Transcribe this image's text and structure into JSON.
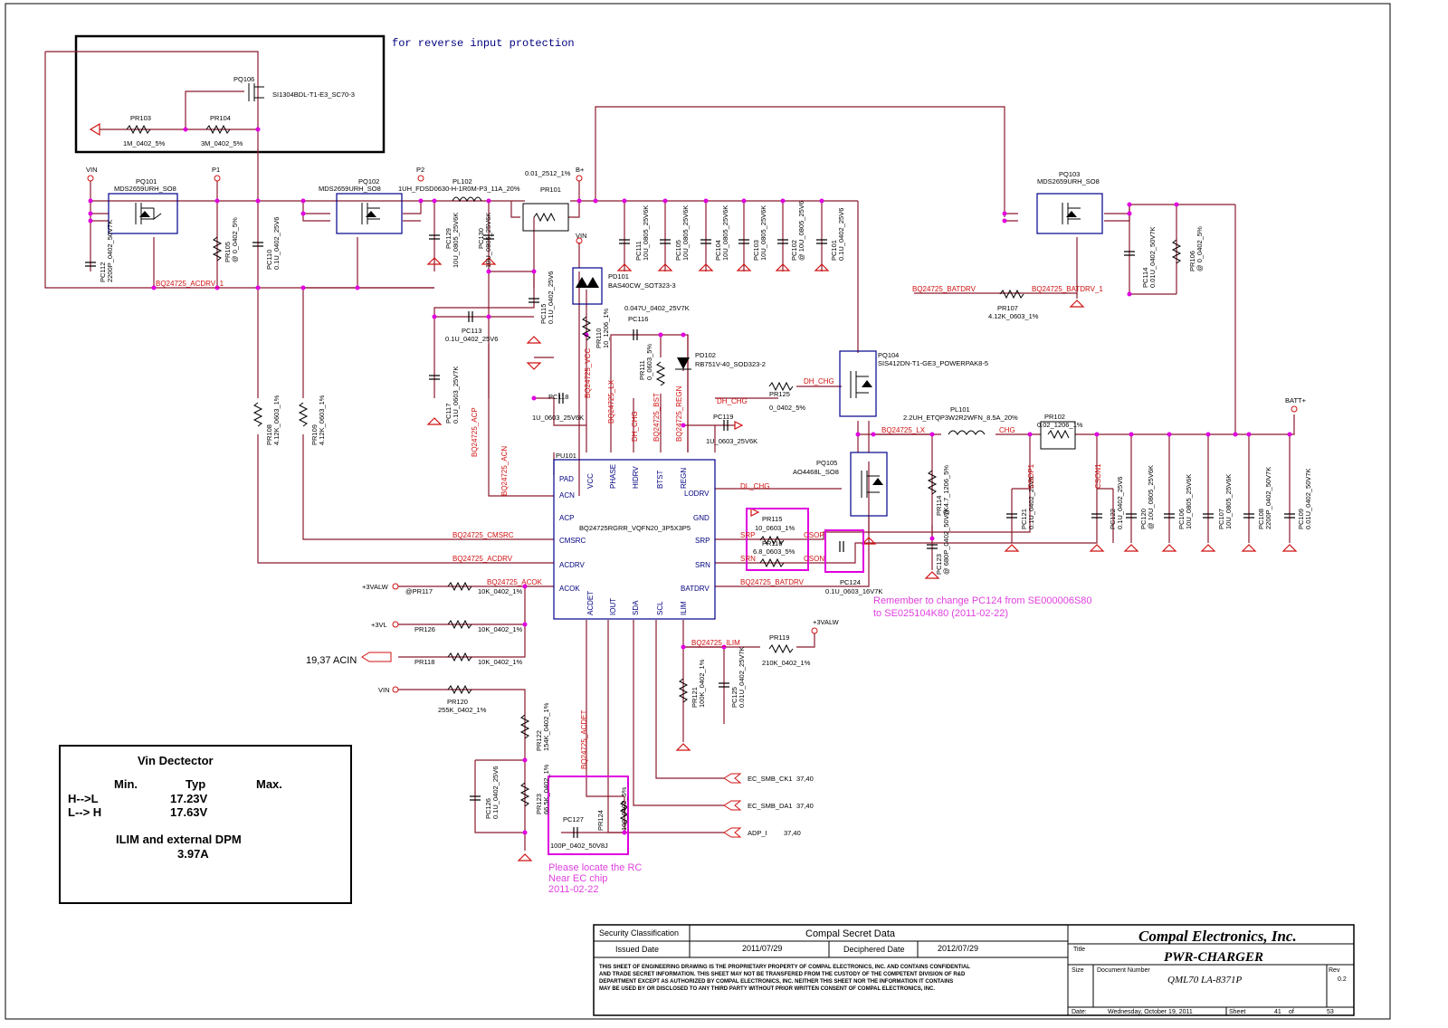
{
  "notes": {
    "reverse": "for reverse input protection",
    "pc124_line1": "Remember to change PC124 from SE000006S80",
    "pc124_line2": "to SE025104K80 (2011-02-22)",
    "rc_line1": "Please locate the RC",
    "rc_line2": "Near EC chip",
    "rc_line3": "2011-02-22"
  },
  "vin_detector": {
    "title": "Vin Dectector",
    "col_min": "Min.",
    "col_typ": "Typ",
    "col_max": "Max.",
    "row1_label": "H-->L",
    "row1_typ": "17.23V",
    "row2_label": "L--> H",
    "row2_typ": "17.63V",
    "ilim_title": "ILIM and external DPM",
    "ilim_value": "3.97A"
  },
  "parts": {
    "pq106": "PQ106",
    "pq106_val": "SI1304BDL-T1-E3_SC70-3",
    "pr103": "PR103",
    "pr103_val": "1M_0402_5%",
    "pr104": "PR104",
    "pr104_val": "3M_0402_5%",
    "pq101": "PQ101",
    "pq101_val": "MDS2659URH_SO8",
    "pq102": "PQ102",
    "pq102_val": "MDS2659URH_SO8",
    "pq103": "PQ103",
    "pq103_val": "MDS2659URH_SO8",
    "pl102": "PL102",
    "pl102_val": "1UH_FDSD0630-H-1R0M-P3_11A_20%",
    "pr101": "PR101",
    "pr101_val": "0.01_2512_1%",
    "pc112": "PC112",
    "pc112_val": "2200P_0402_50V7K",
    "pr105": "PR105",
    "pr105_val": "@ 0_0402_5%",
    "pc110": "PC110",
    "pc110_val": "0.1U_0402_25V6",
    "pc129": "PC129",
    "pc129_val": "10U_0805_25V6K",
    "pc130": "PC130",
    "pc130_val": "10U_0805_25V6K",
    "pc111": "PC111",
    "pc111_val": "10U_0805_25V6K",
    "pc105": "PC105",
    "pc105_val": "10U_0805_25V6K",
    "pc104": "PC104",
    "pc104_val": "10U_0805_25V6K",
    "pc103": "PC103",
    "pc103_val": "10U_0805_25V6K",
    "pc102": "PC102",
    "pc102_val": "@ 10U_0805_25V6",
    "pc101": "PC101",
    "pc101_val": "0.1U_0402_25V6",
    "pd101": "PD101",
    "pd101_val": "BAS40CW_SOT323-3",
    "pc115": "PC115",
    "pc115_val": "0.1U_0402_25V6",
    "pc113": "PC113",
    "pc113_val": "0.1U_0402_25V6",
    "pc116": "PC116",
    "pc116_val": "0.047U_0402_25V7K",
    "pr110": "PR110",
    "pr110_val": "10_1206_1%",
    "pr111": "PR111",
    "pr111_val": "0_0603_5%",
    "pd102": "PD102",
    "pd102_val": "RB751V-40_SOD323-2",
    "pc117": "PC117",
    "pc117_val": "0.1U_0603_25V7K",
    "pc118": "PC118",
    "pc118_val": "1U_0603_25V6K",
    "pc119": "PC119",
    "pc119_val": "1U_0603_25V6K",
    "pr125": "PR125",
    "pr125_val": "0_0402_5%",
    "pr108": "PR108",
    "pr108_val": "4.12K_0603_1%",
    "pr109": "PR109",
    "pr109_val": "4.12K_0603_1%",
    "pq104": "PQ104",
    "pq104_val": "SIS412DN-T1-GE3_POWERPAK8-5",
    "pq105": "PQ105",
    "pq105_val": "AO4468L_SO8",
    "pr107": "PR107",
    "pr107_val": "4.12K_0603_1%",
    "pc114": "PC114",
    "pc114_val": "0.01U_0402_50V7K",
    "pr106": "PR106",
    "pr106_val": "@ 0_0402_5%",
    "pl101": "PL101",
    "pl101_val": "2.2UH_ETQP3W2R2WFN_8.5A_20%",
    "pr102": "PR102",
    "pr102_val": "0.02_1206_1%",
    "pr114": "PR114",
    "pr114_val": "@ 4.7_1206_5%",
    "pc123": "PC123",
    "pc123_val": "@ 680P_0402_50V7K",
    "pc121": "PC121",
    "pc121_val": "0.1U_0402_25V6",
    "pc122": "PC122",
    "pc122_val": "0.1U_0402_25V6",
    "pc120": "PC120",
    "pc120_val": "@ 10U_0805_25V6K",
    "pc106": "PC106",
    "pc106_val": "10U_0805_25V6K",
    "pc107": "PC107",
    "pc107_val": "10U_0805_25V6K",
    "pc108": "PC108",
    "pc108_val": "2200P_0402_50V7K",
    "pc109": "PC109",
    "pc109_val": "0.01U_0402_50V7K",
    "pr115": "PR115",
    "pr115_val": "10_0603_1%",
    "pr116": "PR116",
    "pr116_val": "6.8_0603_5%",
    "pc124": "PC124",
    "pc124_val": "0.1U_0603_16V7K",
    "pr117": "@PR117",
    "pr117_val": "10K_0402_1%",
    "pr126": "PR126",
    "pr126_val": "10K_0402_1%",
    "pr118": "PR118",
    "pr118_val": "10K_0402_1%",
    "pr120": "PR120",
    "pr120_val": "255K_0402_1%",
    "pr122": "PR122",
    "pr122_val": "154K_0402_1%",
    "pr123": "PR123",
    "pr123_val": "66.5K_0402_1%",
    "pc126": "PC126",
    "pc126_val": "0.1U_0402_25V6",
    "pc127": "PC127",
    "pc127_val": "100P_0402_50V8J",
    "pr124": "PR124",
    "pr124_val": "100_0402_5%",
    "pr121": "PR121",
    "pr121_val": "100K_0402_1%",
    "pc125": "PC125",
    "pc125_val": "0.01U_0402_25V7K",
    "pr119": "PR119",
    "pr119_val": "210K_0402_1%",
    "pu101": "PU101",
    "pu101_val": "BQ24725RGRR_VQFN20_3P5X3P5"
  },
  "ic_pins": {
    "pad": "PAD",
    "acn": "ACN",
    "acp": "ACP",
    "cmsrc": "CMSRC",
    "acdrv": "ACDRV",
    "acok": "ACOK",
    "vcc": "VCC",
    "phase": "PHASE",
    "hidrv": "HIDRV",
    "btst": "BTST",
    "regn": "REGN",
    "lodrv": "LODRV",
    "gnd": "GND",
    "srp": "SRP",
    "srn": "SRN",
    "batdrv": "BATDRV",
    "acdet": "ACDET",
    "iout": "IOUT",
    "sda": "SDA",
    "scl": "SCL",
    "ilim": "ILIM"
  },
  "nets": {
    "vin": "VIN",
    "p1": "P1",
    "p2": "P2",
    "bplus": "B+",
    "battplus": "BATT+",
    "acdrv": "BQ24725_ACDRV",
    "acdrv1": "BQ24725_ACDRV_1",
    "batdrv": "BQ24725_BATDRV",
    "batdrv1": "BQ24725_BATDRV_1",
    "cmsrc": "BQ24725_CMSRC",
    "acok": "BQ24725_ACOK",
    "lx": "BQ24725_LX",
    "vcc": "BQ24725_VCC",
    "hidrv": "DH_CHG",
    "lodrv": "DL_CHG",
    "bst": "BQ24725_BST",
    "regn": "BQ24725_REGN",
    "acn": "BQ24725_ACN",
    "acp": "BQ24725_ACP",
    "acdet": "BQ24725_ACDET",
    "ilim": "BQ24725_ILIM",
    "srp": "SRP",
    "srn": "SRN",
    "csop": "CSOP",
    "cson": "CSON",
    "csop1": "CSOP1",
    "cson1": "CSON1",
    "chg": "CHG",
    "v3valw": "+3VALW",
    "v3vl": "+3VL",
    "acin": "19,37  ACIN",
    "ec_ck": "EC_SMB_CK1",
    "ec_da": "EC_SMB_DA1",
    "adp": "ADP_I",
    "ref": "37,40"
  },
  "title_block": {
    "security": "Security Classification",
    "secret": "Compal Secret Data",
    "issued_label": "Issued Date",
    "issued": "2011/07/29",
    "deciphered_label": "Deciphered Date",
    "deciphered": "2012/07/29",
    "company": "Compal Electronics, Inc.",
    "title_label": "Title",
    "title": "PWR-CHARGER",
    "size_label": "Size",
    "docnum_label": "Document Number",
    "docnum": "QML70 LA-8371P",
    "rev_label": "Rev",
    "rev": "0.2",
    "date_label": "Date:",
    "date": "Wednesday, October 19, 2011",
    "sheet_label": "Sheet",
    "sheet": "41",
    "of_label": "of",
    "total": "53",
    "disclaimer_1": "THIS SHEET OF ENGINEERING DRAWING IS THE PROPRIETARY PROPERTY OF COMPAL ELECTRONICS, INC. AND CONTAINS CONFIDENTIAL",
    "disclaimer_2": "AND TRADE SECRET INFORMATION. THIS SHEET MAY NOT BE TRANSFERED FROM THE CUSTODY OF THE COMPETENT DIVISION OF R&D",
    "disclaimer_3": "DEPARTMENT EXCEPT AS AUTHORIZED BY COMPAL ELECTRONICS, INC. NEITHER THIS SHEET NOR THE INFORMATION IT CONTAINS",
    "disclaimer_4": "MAY BE USED BY OR DISCLOSED TO ANY THIRD PARTY WITHOUT PRIOR WRITTEN CONSENT OF COMPAL ELECTRONICS, INC."
  }
}
